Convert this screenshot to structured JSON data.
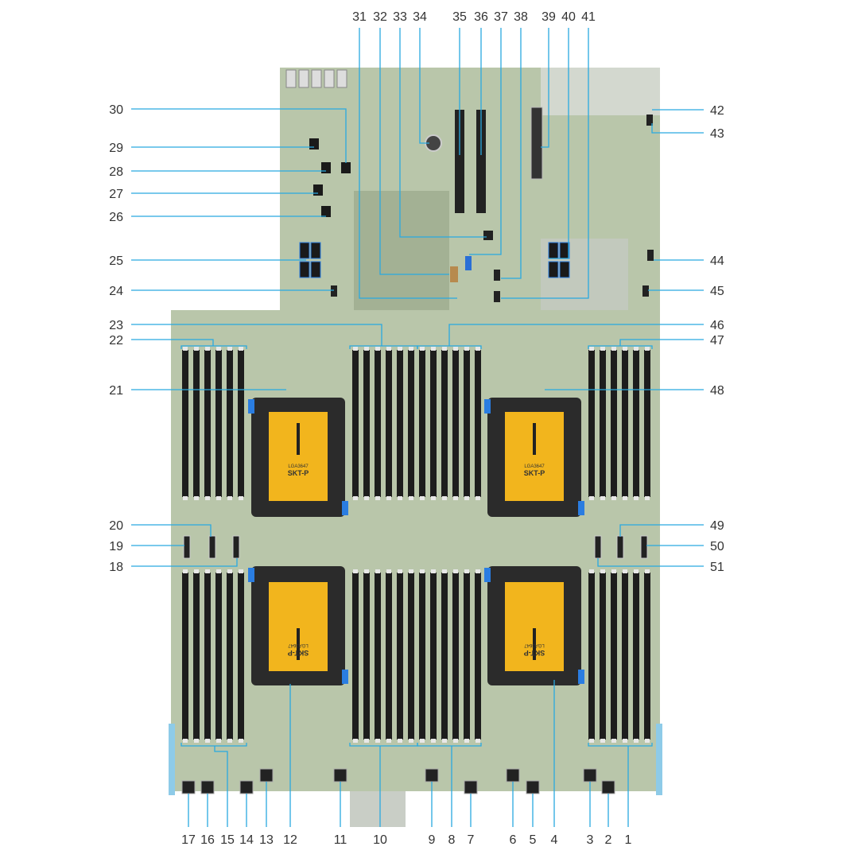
{
  "diagram": {
    "colors": {
      "board": "#b9c6aa",
      "board_dark": "#a3b194",
      "cpu_socket": "#2b2b2b",
      "cpu_cover": "#f2b51d",
      "dimm_slot": "#1d1d1d",
      "dimm_latch": "#e8e8e8",
      "leader_line": "#29a9e0",
      "label_text": "#333333"
    },
    "cpu_cover_text": {
      "line1": "LGA3647",
      "line2": "SKT-P"
    },
    "callouts": [
      "1",
      "2",
      "3",
      "4",
      "5",
      "6",
      "7",
      "8",
      "9",
      "10",
      "11",
      "12",
      "13",
      "14",
      "15",
      "16",
      "17",
      "18",
      "19",
      "20",
      "21",
      "22",
      "23",
      "24",
      "25",
      "26",
      "27",
      "28",
      "29",
      "30",
      "31",
      "32",
      "33",
      "34",
      "35",
      "36",
      "37",
      "38",
      "39",
      "40",
      "41",
      "42",
      "43",
      "44",
      "45",
      "46",
      "47",
      "48",
      "49",
      "50",
      "51"
    ]
  }
}
